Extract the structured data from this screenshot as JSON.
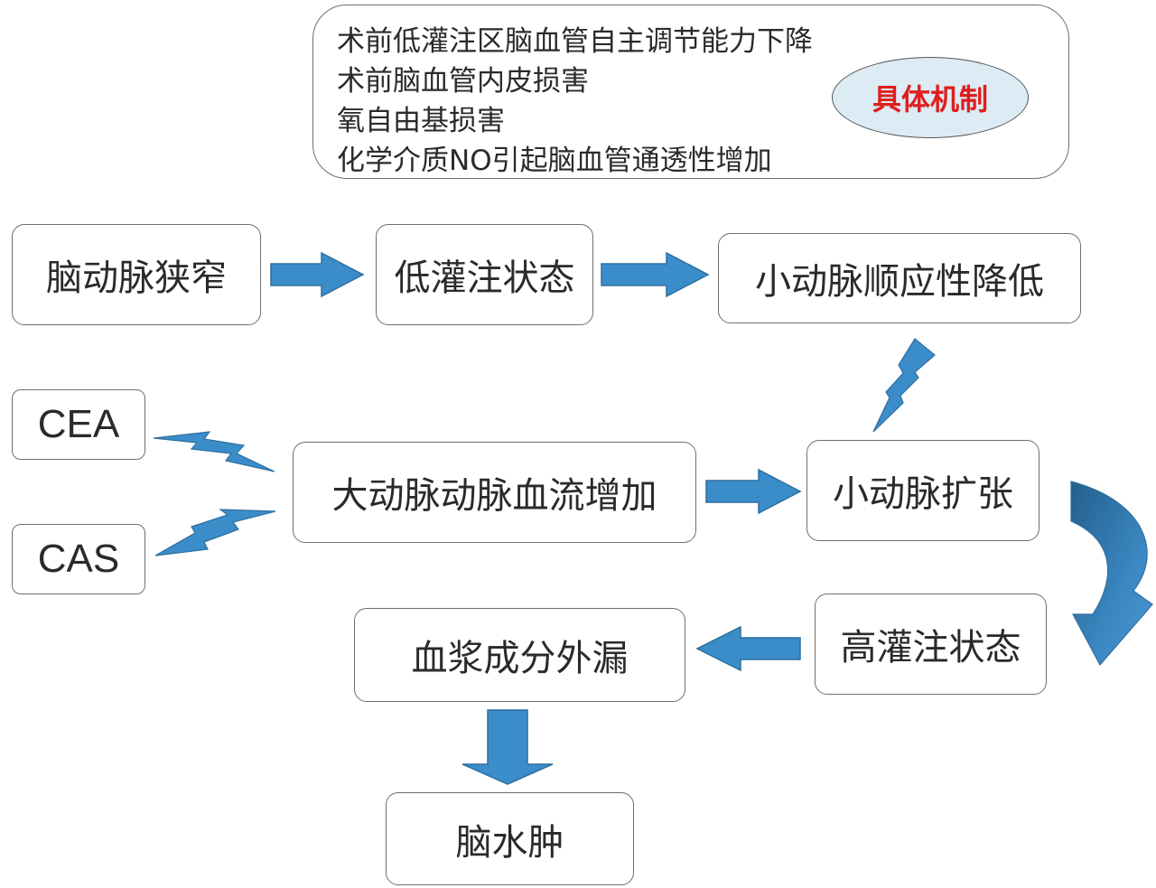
{
  "mechanism": {
    "lines": [
      "术前低灌注区脑血管自主调节能力下降",
      "术前脑血管内皮损害",
      "氧自由基损害",
      "化学介质NO引起脑血管通透性增加"
    ],
    "badge": "具体机制",
    "badge_color": "#e01e1e",
    "badge_fill": "#dcebf4"
  },
  "nodes": {
    "carotid_stenosis": "脑动脉狭窄",
    "hypoperfusion": "低灌注状态",
    "arteriole_compliance_down": "小动脉顺应性降低",
    "cea": "CEA",
    "cas": "CAS",
    "aortic_flow_increase": "大动脉动脉血流增加",
    "arteriole_dilation": "小动脉扩张",
    "hyperperfusion": "高灌注状态",
    "plasma_leak": "血浆成分外漏",
    "brain_edema": "脑水肿"
  },
  "colors": {
    "arrow_fill": "#3a8dc9",
    "arrow_stroke": "#2f6f9f",
    "curved_arrow": "#2e6f9e"
  }
}
